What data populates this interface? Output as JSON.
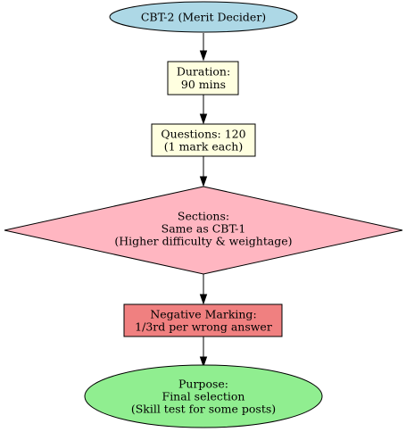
{
  "diagram": {
    "type": "flowchart",
    "nodes": [
      {
        "id": "cbt2",
        "shape": "ellipse",
        "fill": "#add8e6",
        "lines": [
          "CBT-2 (Merit Decider)"
        ]
      },
      {
        "id": "duration",
        "shape": "box",
        "fill": "#ffffe0",
        "lines": [
          "Duration:",
          "90 mins"
        ]
      },
      {
        "id": "questions",
        "shape": "box",
        "fill": "#ffffe0",
        "lines": [
          "Questions: 120",
          "(1 mark each)"
        ]
      },
      {
        "id": "sections",
        "shape": "diamond",
        "fill": "#ffb6c1",
        "lines": [
          "Sections:",
          "Same as CBT-1",
          "(Higher difficulty & weightage)"
        ]
      },
      {
        "id": "negative",
        "shape": "box",
        "fill": "#f08080",
        "lines": [
          "Negative Marking:",
          "1/3rd per wrong answer"
        ]
      },
      {
        "id": "purpose",
        "shape": "ellipse",
        "fill": "#90ee90",
        "lines": [
          "Purpose:",
          "Final selection",
          "(Skill test for some posts)"
        ]
      }
    ],
    "edges": [
      {
        "from": "cbt2",
        "to": "duration"
      },
      {
        "from": "duration",
        "to": "questions"
      },
      {
        "from": "questions",
        "to": "sections"
      },
      {
        "from": "sections",
        "to": "negative"
      },
      {
        "from": "negative",
        "to": "purpose"
      }
    ]
  }
}
